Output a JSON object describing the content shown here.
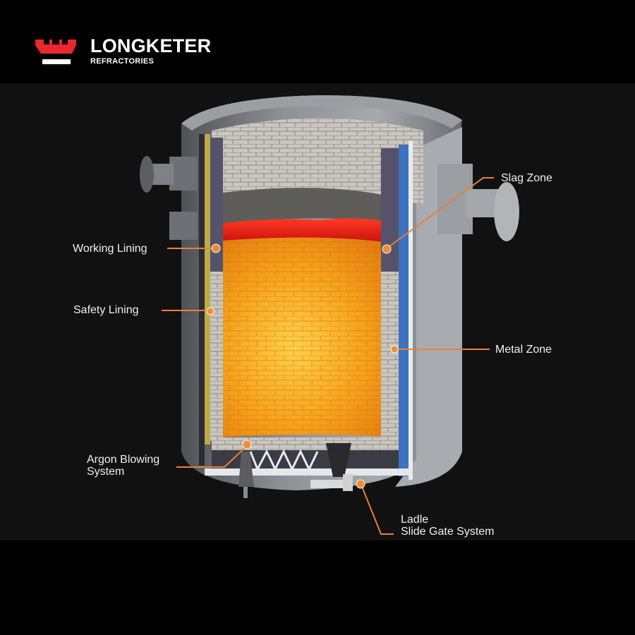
{
  "brand": {
    "name": "LONGKETER",
    "subtitle": "REFRACTORIES",
    "logo_color": "#e8272f"
  },
  "labels": {
    "slag_zone": "Slag Zone",
    "working_lining": "Working Lining",
    "safety_lining": "Safety Lining",
    "metal_zone": "Metal Zone",
    "argon_line1": "Argon Blowing",
    "argon_line2": "System",
    "ladle_line1": "Ladle",
    "ladle_line2": "Slide Gate System"
  },
  "colors": {
    "leader_line": "#e8813a",
    "molten_metal": "#f4a019",
    "slag": "#e8201c",
    "shell": "#8f9296",
    "working_lining": "#53516a",
    "safety_lining": "#3b6fb8"
  }
}
